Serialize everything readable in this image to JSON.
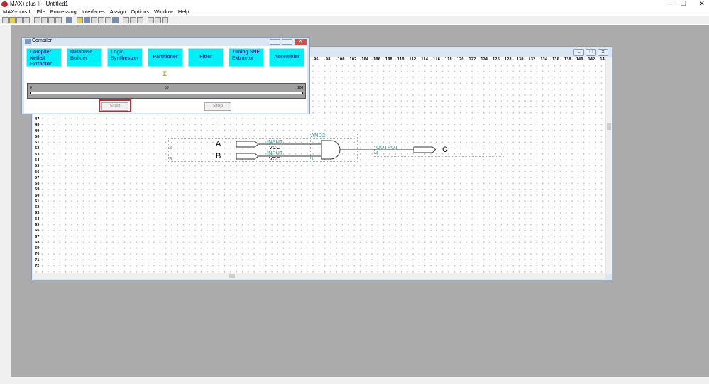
{
  "app": {
    "title": "MAX+plus II - Untitled1"
  },
  "menu": [
    "MAX+plus II",
    "File",
    "Processing",
    "Interfaces",
    "Assign",
    "Options",
    "Window",
    "Help"
  ],
  "editor": {
    "col_numbers": [
      "96",
      "98",
      "100",
      "102",
      "104",
      "106",
      "108",
      "110",
      "112",
      "114",
      "116",
      "118",
      "120",
      "122",
      "124",
      "126",
      "128",
      "130",
      "132",
      "134",
      "136",
      "138",
      "140",
      "142",
      "14"
    ],
    "row_numbers": [
      "47",
      "48",
      "49",
      "50",
      "51",
      "52",
      "53",
      "54",
      "55",
      "56",
      "57",
      "58",
      "59",
      "60",
      "61",
      "62",
      "63",
      "64",
      "65",
      "66",
      "67",
      "68",
      "69",
      "70",
      "71",
      "72"
    ],
    "schematic": {
      "in_a": {
        "num": "2",
        "name": "A",
        "type": "INPUT",
        "sub": "VCC"
      },
      "in_b": {
        "num": "3",
        "name": "B",
        "type": "INPUT",
        "sub": "VCC"
      },
      "gate": {
        "type": "AND2",
        "num": "1"
      },
      "out_c": {
        "num": "4",
        "name": "C",
        "type": "OUTPUT"
      }
    }
  },
  "compiler": {
    "title": "Compiler",
    "modules": [
      "Compiler Netlist Extractor",
      "Database Builder",
      "Logic Synthesizer",
      "Partitioner",
      "Fitter",
      "Timing SNF Extractor",
      "Assembler"
    ],
    "progress": {
      "value": 0,
      "ticks": [
        "0",
        "50",
        "100"
      ]
    },
    "start_label": "Start",
    "stop_label": "Stop",
    "highlight_color": "#c8282e"
  }
}
